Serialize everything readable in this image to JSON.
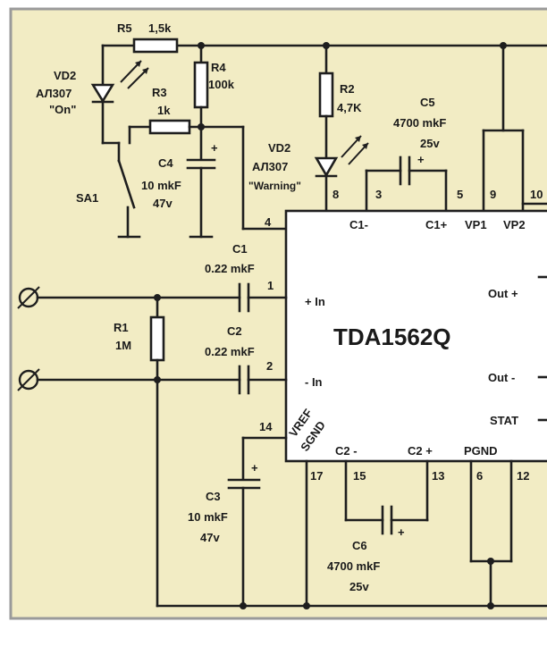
{
  "colors": {
    "background": "#f2ecc4",
    "border": "#9a9a9a",
    "ink": "#1e1e1e",
    "chip_fill": "#ffffff"
  },
  "chip": {
    "name": "TDA1562Q",
    "pins": {
      "p1": "1",
      "p2": "2",
      "p3": "3",
      "p4": "4",
      "p5": "5",
      "p6": "6",
      "p8": "8",
      "p9": "9",
      "p10": "10",
      "p12": "12",
      "p13": "13",
      "p14": "14",
      "p15": "15",
      "p17": "17"
    },
    "pin_labels": {
      "c1_minus": "C1-",
      "c1_plus": "C1+",
      "vp1": "VP1",
      "vp2": "VP2",
      "in_plus": "+ In",
      "in_minus": "- In",
      "vref": "VREF",
      "sgnd": "SGND",
      "c2_minus": "C2 -",
      "c2_plus": "C2 +",
      "pgnd": "PGND",
      "out_plus": "Out +",
      "out_minus": "Out -",
      "stat": "STAT"
    }
  },
  "components": {
    "r5": {
      "name": "R5",
      "value": "1,5k"
    },
    "r4": {
      "name": "R4",
      "value": "100k"
    },
    "r3": {
      "name": "R3",
      "value": "1k"
    },
    "r2": {
      "name": "R2",
      "value": "4,7K"
    },
    "r1": {
      "name": "R1",
      "value": "1M"
    },
    "vd_on": {
      "name": "VD2",
      "part": "АЛ307",
      "note": "\"On\""
    },
    "vd_warn": {
      "name": "VD2",
      "part": "АЛ307",
      "note": "\"Warning\""
    },
    "c4": {
      "name": "C4",
      "value": "10 mkF",
      "voltage": "47v"
    },
    "c5": {
      "name": "C5",
      "value": "4700 mkF",
      "voltage": "25v"
    },
    "c1": {
      "name": "C1",
      "value": "0.22 mkF"
    },
    "c2": {
      "name": "C2",
      "value": "0.22 mkF"
    },
    "c3": {
      "name": "C3",
      "value": "10 mkF",
      "voltage": "47v"
    },
    "c6": {
      "name": "C6",
      "value": "4700 mkF",
      "voltage": "25v"
    },
    "sa1": {
      "name": "SA1"
    },
    "plus_sign": "+"
  }
}
